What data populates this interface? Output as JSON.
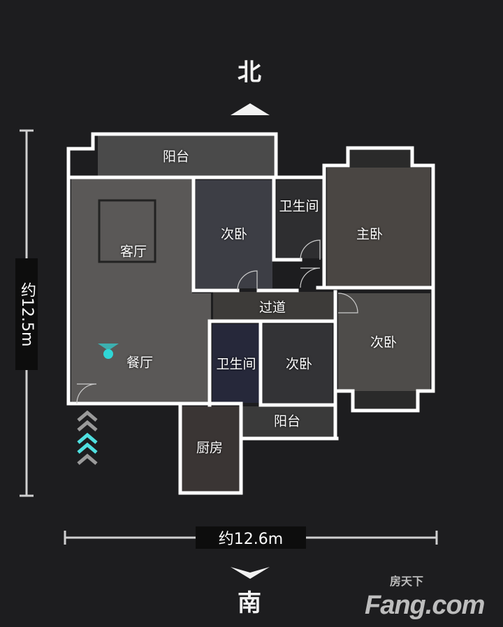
{
  "compass": {
    "north": "北",
    "south": "南"
  },
  "dimensions": {
    "height_label": "约12.5m",
    "width_label": "约12.6m"
  },
  "rooms": {
    "balcony_north": "阳台",
    "living_room": "客厅",
    "dining_room": "餐厅",
    "bedroom_north": "次卧",
    "bathroom_north": "卫生间",
    "master_bedroom": "主卧",
    "hallway": "过道",
    "bathroom_south": "卫生间",
    "bedroom_south": "次卧",
    "bedroom_east": "次卧",
    "balcony_south": "阳台",
    "kitchen": "厨房"
  },
  "logo": {
    "chinese": "房天下",
    "latin": "Fang.com"
  },
  "colors": {
    "background": "#1d1d1f",
    "wall": "#ffffff",
    "marker": "#2fd6d6",
    "floor": "#3a3a3a"
  }
}
